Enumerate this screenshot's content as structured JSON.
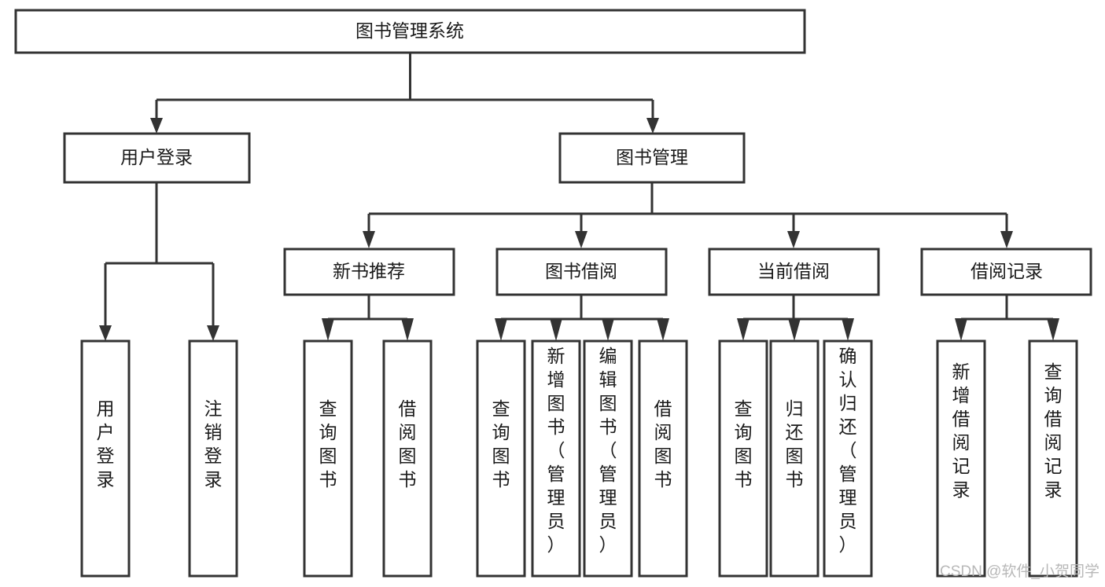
{
  "diagram": {
    "title": "图书管理系统",
    "type": "tree-hierarchy",
    "root": {
      "id": "root",
      "label": "图书管理系统",
      "orientation": "horizontal"
    },
    "level2": [
      {
        "id": "user-login",
        "label": "用户登录",
        "orientation": "horizontal"
      },
      {
        "id": "book-manage",
        "label": "图书管理",
        "orientation": "horizontal"
      }
    ],
    "level3": [
      {
        "id": "new-book-rec",
        "label": "新书推荐",
        "orientation": "horizontal",
        "parent": "book-manage"
      },
      {
        "id": "book-borrow",
        "label": "图书借阅",
        "orientation": "horizontal",
        "parent": "book-manage"
      },
      {
        "id": "current-borrow",
        "label": "当前借阅",
        "orientation": "horizontal",
        "parent": "book-manage"
      },
      {
        "id": "borrow-record",
        "label": "借阅记录",
        "orientation": "horizontal",
        "parent": "book-manage"
      }
    ],
    "leaves": [
      {
        "id": "leaf-user-login",
        "label": "用户登录",
        "orientation": "vertical",
        "parent": "user-login"
      },
      {
        "id": "leaf-user-logout",
        "label": "注销登录",
        "orientation": "vertical",
        "parent": "user-login"
      },
      {
        "id": "leaf-query-book-1",
        "label": "查询图书",
        "orientation": "vertical",
        "parent": "new-book-rec"
      },
      {
        "id": "leaf-borrow-book-1",
        "label": "借阅图书",
        "orientation": "vertical",
        "parent": "new-book-rec"
      },
      {
        "id": "leaf-query-book-2",
        "label": "查询图书",
        "orientation": "vertical",
        "parent": "book-borrow"
      },
      {
        "id": "leaf-add-book",
        "label": "新增图书（管理员）",
        "orientation": "vertical",
        "parent": "book-borrow"
      },
      {
        "id": "leaf-edit-book",
        "label": "编辑图书（管理员）",
        "orientation": "vertical",
        "parent": "book-borrow"
      },
      {
        "id": "leaf-borrow-book-2",
        "label": "借阅图书",
        "orientation": "vertical",
        "parent": "book-borrow"
      },
      {
        "id": "leaf-query-book-3",
        "label": "查询图书",
        "orientation": "vertical",
        "parent": "current-borrow"
      },
      {
        "id": "leaf-return-book",
        "label": "归还图书",
        "orientation": "vertical",
        "parent": "current-borrow"
      },
      {
        "id": "leaf-confirm-return",
        "label": "确认归还（管理员）",
        "orientation": "vertical",
        "parent": "current-borrow"
      },
      {
        "id": "leaf-add-record",
        "label": "新增借阅记录",
        "orientation": "vertical",
        "parent": "borrow-record"
      },
      {
        "id": "leaf-query-record",
        "label": "查询借阅记录",
        "orientation": "vertical",
        "parent": "borrow-record"
      }
    ],
    "watermark": "CSDN @软件_小贺同学",
    "colors": {
      "stroke": "#333333",
      "fill": "#ffffff",
      "text": "#1a1a1a",
      "watermark": "#b8b8b8",
      "background": "#ffffff"
    }
  }
}
